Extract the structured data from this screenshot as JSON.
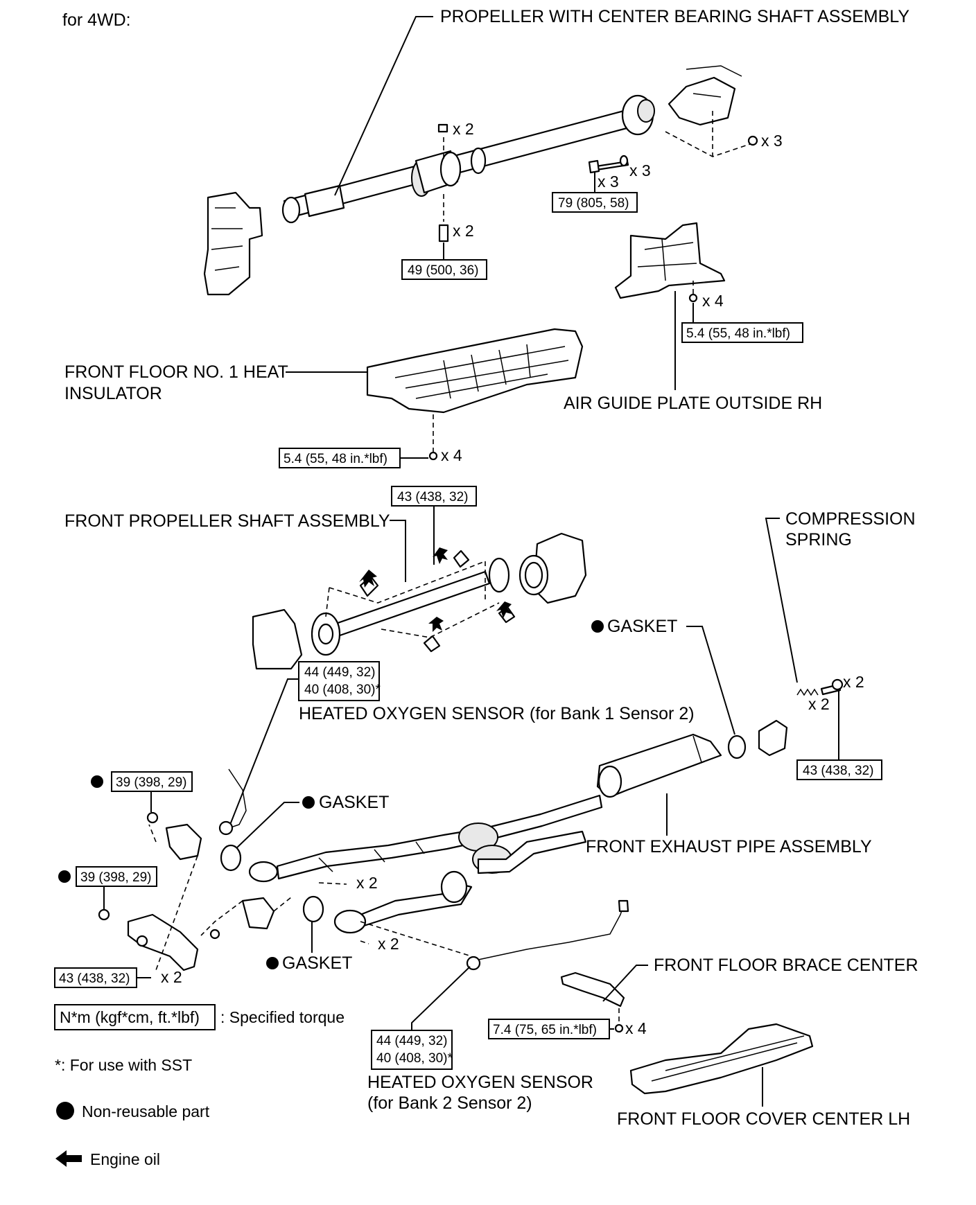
{
  "diagram": {
    "heading": "for 4WD:",
    "parts": {
      "propeller_center_bearing": "PROPELLER WITH CENTER BEARING SHAFT ASSEMBLY",
      "front_floor_heat_insulator_line1": "FRONT FLOOR NO. 1 HEAT",
      "front_floor_heat_insulator_line2": "INSULATOR",
      "air_guide_plate": "AIR GUIDE PLATE OUTSIDE RH",
      "front_propeller_shaft": "FRONT PROPELLER SHAFT ASSEMBLY",
      "compression_spring_line1": "COMPRESSION",
      "compression_spring_line2": "SPRING",
      "gasket": "GASKET",
      "heated_o2_bank1": "HEATED OXYGEN SENSOR (for Bank 1 Sensor 2)",
      "heated_o2_bank2_line1": "HEATED OXYGEN SENSOR",
      "heated_o2_bank2_line2": "(for Bank 2 Sensor 2)",
      "front_exhaust_pipe": "FRONT EXHAUST PIPE ASSEMBLY",
      "front_floor_brace": "FRONT FLOOR BRACE CENTER",
      "front_floor_cover": "FRONT FLOOR COVER CENTER LH"
    },
    "torques": {
      "t79": "79 (805, 58)",
      "t49": "49 (500, 36)",
      "t54a": "5.4 (55, 48 in.*lbf)",
      "t54b": "5.4 (55, 48 in.*lbf)",
      "t43a": "43 (438, 32)",
      "t44a_line1": "44 (449, 32)",
      "t44a_line2": "40 (408, 30)*",
      "t43b": "43 (438, 32)",
      "t39a": "39 (398, 29)",
      "t39b": "39 (398, 29)",
      "t43c": "43 (438, 32)",
      "t44b_line1": "44 (449, 32)",
      "t44b_line2": "40 (408, 30)*",
      "t74": "7.4 (75, 65 in.*lbf)"
    },
    "quantities": {
      "x2": "x 2",
      "x3": "x 3",
      "x4": "x 4"
    },
    "legend": {
      "torque_box": "N*m (kgf*cm, ft.*lbf)",
      "torque_desc": ": Specified torque",
      "sst_note": "*: For use with SST",
      "non_reusable": "Non-reusable part",
      "engine_oil": "Engine oil"
    }
  }
}
